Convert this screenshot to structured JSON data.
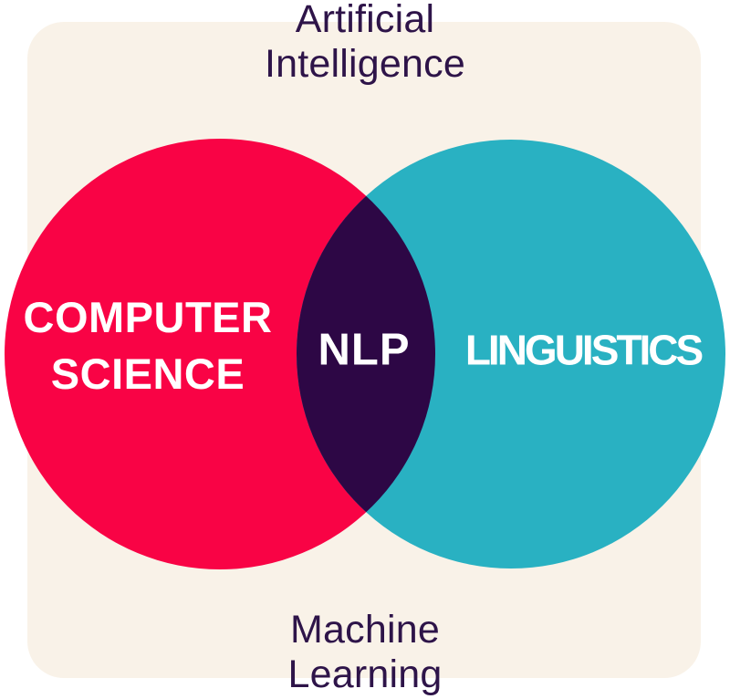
{
  "diagram": {
    "outer_labels": {
      "top": "Artificial\nIntelligence",
      "bottom": "Machine\nLearning"
    },
    "sets": {
      "left": {
        "label": "COMPUTER\nSCIENCE",
        "color": "#f90345"
      },
      "right": {
        "label": "LINGUISTICS",
        "color": "#29b1c2"
      },
      "intersection": {
        "label": "NLP",
        "color": "#2d0745"
      }
    },
    "colors": {
      "canvas": "#ffffff",
      "panel": "#f9f2e8",
      "outer_text": "#2e1449",
      "set_text": "#ffffff"
    }
  }
}
